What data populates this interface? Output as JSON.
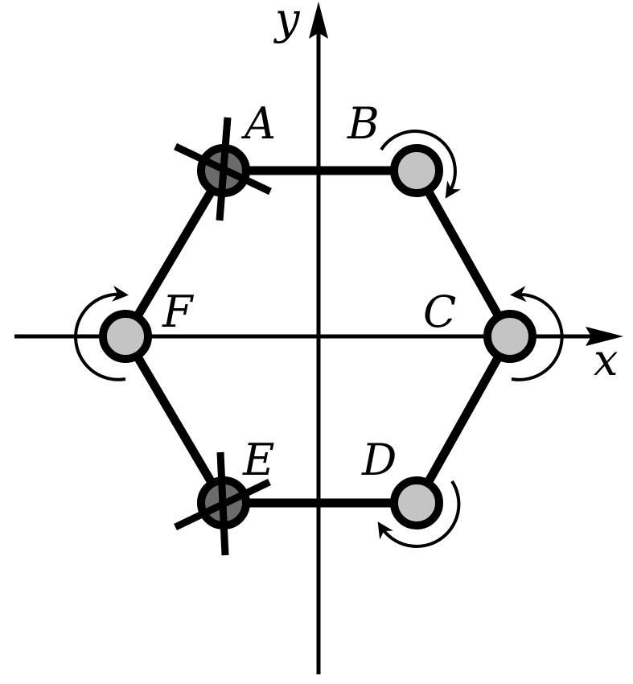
{
  "axes": {
    "x_label": "x",
    "y_label": "y"
  },
  "nodes": [
    {
      "id": "A",
      "label": "A",
      "type": "fixed"
    },
    {
      "id": "B",
      "label": "B",
      "type": "rotating",
      "rotation": "clockwise"
    },
    {
      "id": "C",
      "label": "C",
      "type": "rotating",
      "rotation": "counterclockwise"
    },
    {
      "id": "D",
      "label": "D",
      "type": "rotating",
      "rotation": "clockwise"
    },
    {
      "id": "E",
      "label": "E",
      "type": "fixed"
    },
    {
      "id": "F",
      "label": "F",
      "type": "rotating",
      "rotation": "clockwise"
    }
  ],
  "colors": {
    "fixed_fill": "#6b6b6b",
    "rotating_fill": "#c4c4c4",
    "stroke": "#000000"
  }
}
